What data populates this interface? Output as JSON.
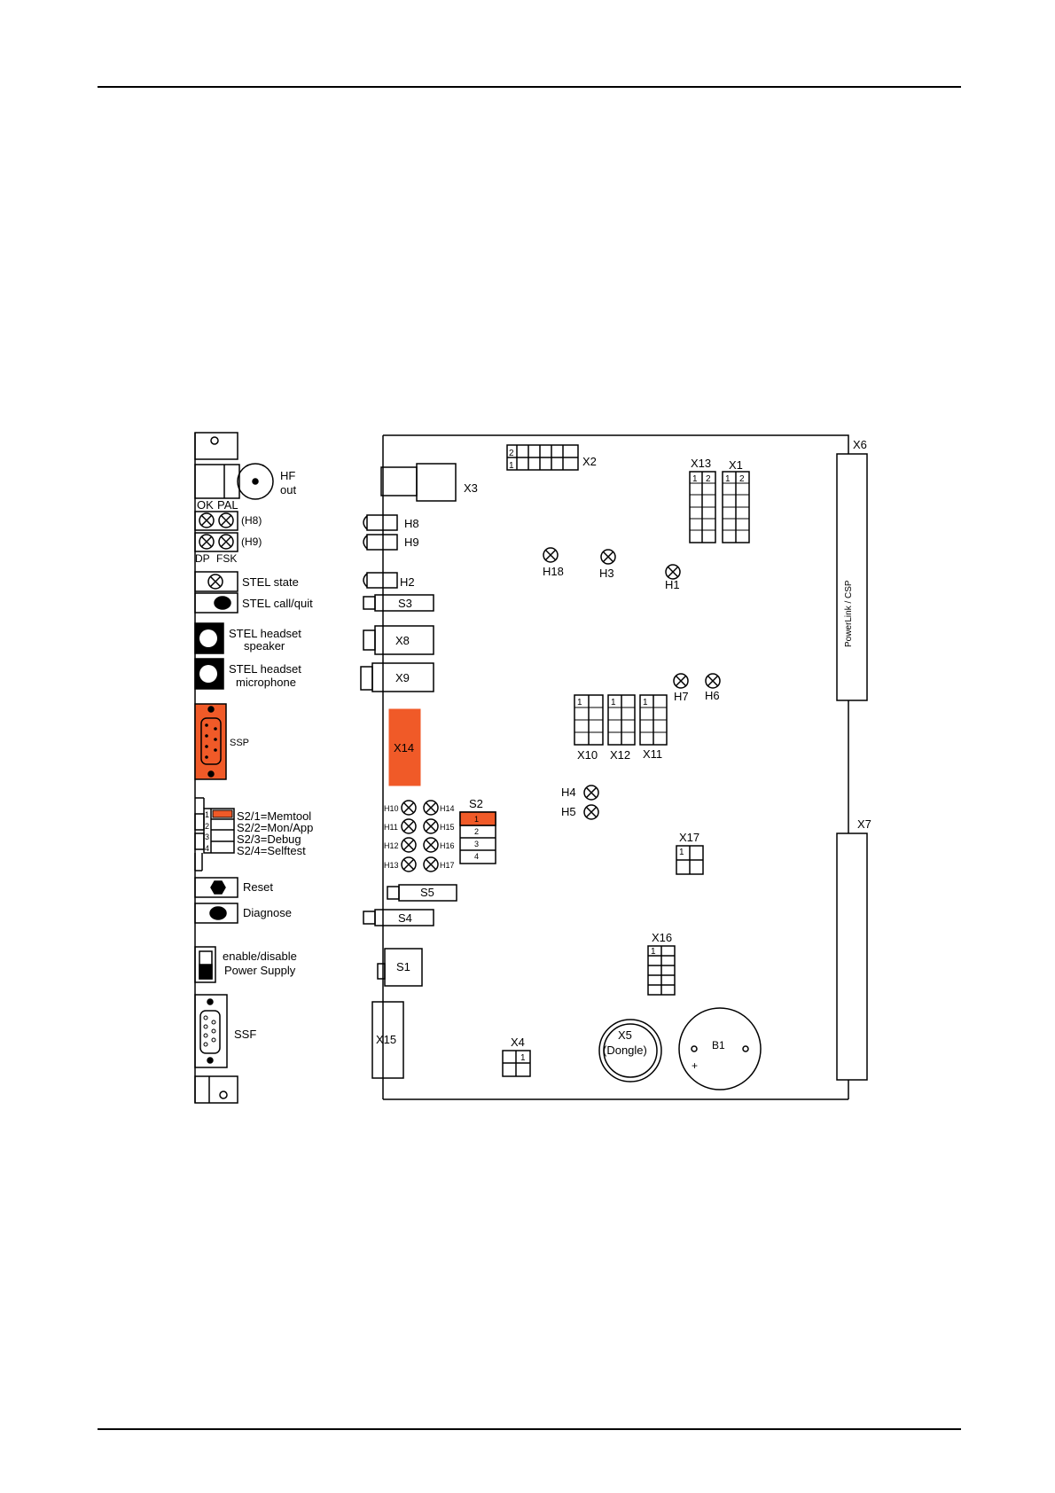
{
  "colors": {
    "accent": "#f05a28",
    "line": "#000000"
  },
  "front_panel": {
    "hf": {
      "line1": "HF",
      "line2": "out"
    },
    "leds_top": {
      "ok": "OK",
      "pal": "PAL",
      "ref": "(H8)"
    },
    "leds_bottom": {
      "dp": "DP",
      "fsk": "FSK",
      "ref": "(H9)"
    },
    "stel_state": "STEL state",
    "stel_call": "STEL call/quit",
    "headset_speaker": {
      "line1": "STEL headset",
      "line2": "speaker"
    },
    "headset_mic": {
      "line1": "STEL headset",
      "line2": "microphone"
    },
    "ssp": "SSP",
    "dip_numbers": [
      "1",
      "2",
      "3",
      "4"
    ],
    "dip_labels": [
      "S2/1=Memtool",
      "S2/2=Mon/App",
      "S2/3=Debug",
      "S2/4=Selftest"
    ],
    "reset": "Reset",
    "diagnose": "Diagnose",
    "power": {
      "line1": "enable/disable",
      "line2": "Power Supply"
    },
    "ssf": "SSF"
  },
  "board": {
    "x2": "X2",
    "x2_rows": [
      "2",
      "1"
    ],
    "x3": "X3",
    "h8": "H8",
    "h9": "H9",
    "h2": "H2",
    "s3": "S3",
    "x8": "X8",
    "x9": "X9",
    "x14": "X14",
    "s5": "S5",
    "s4": "S4",
    "s1": "S1",
    "x15": "X15",
    "x13": "X13",
    "x1": "X1",
    "pin_one": "1",
    "pin_two": "2",
    "h18": "H18",
    "h3": "H3",
    "h1": "H1",
    "h7": "H7",
    "h6": "H6",
    "x10": "X10",
    "x12": "X12",
    "x11": "X11",
    "h4": "H4",
    "h5": "H5",
    "s2": "S2",
    "s2_positions": [
      "1",
      "2",
      "3",
      "4"
    ],
    "leds_left": [
      "H10",
      "H11",
      "H12",
      "H13"
    ],
    "leds_right": [
      "H14",
      "H15",
      "H16",
      "H17"
    ],
    "x17": "X17",
    "x16": "X16",
    "x4": "X4",
    "x5": {
      "line1": "X5",
      "line2": "(Dongle)"
    },
    "b1": "B1",
    "b1_plus": "+",
    "x6": "X6",
    "x7": "X7",
    "powerlink": "PowerLink / CSP"
  }
}
